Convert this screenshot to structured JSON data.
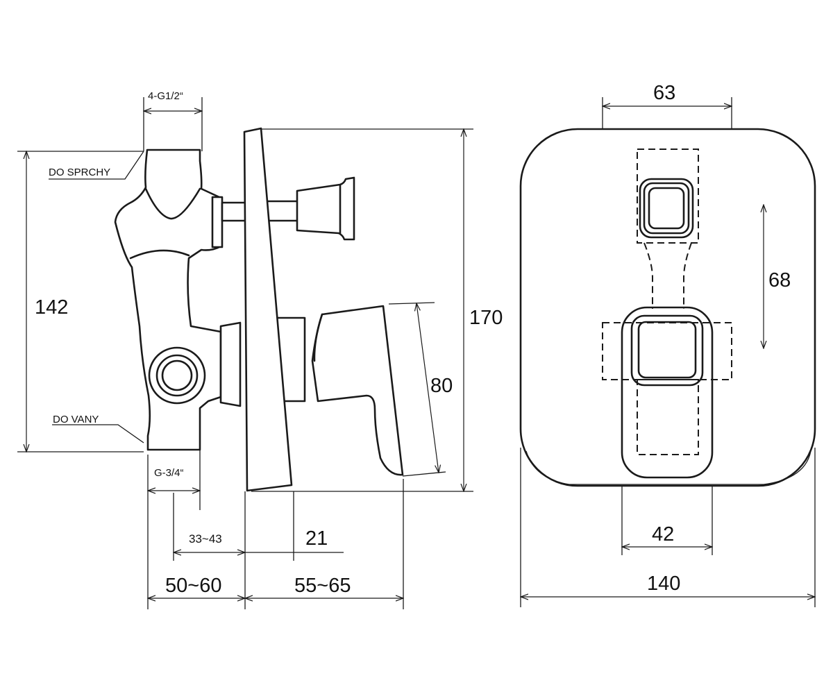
{
  "side_view": {
    "labels": {
      "thread_top": "4-G1/2“",
      "to_shower": "DO SPRCHY",
      "to_bath": "DO VANY",
      "thread_bottom": "G-3/4“"
    },
    "dimensions": {
      "body_height": "142",
      "plate_height": "170",
      "lever_height": "80",
      "wall_range_small": "33~43",
      "plate_depth": "21",
      "body_depth": "50~60",
      "lever_depth": "55~65"
    }
  },
  "front_view": {
    "dimensions": {
      "top_width": "63",
      "spacing": "68",
      "lever_width": "42",
      "plate_width": "140"
    }
  }
}
